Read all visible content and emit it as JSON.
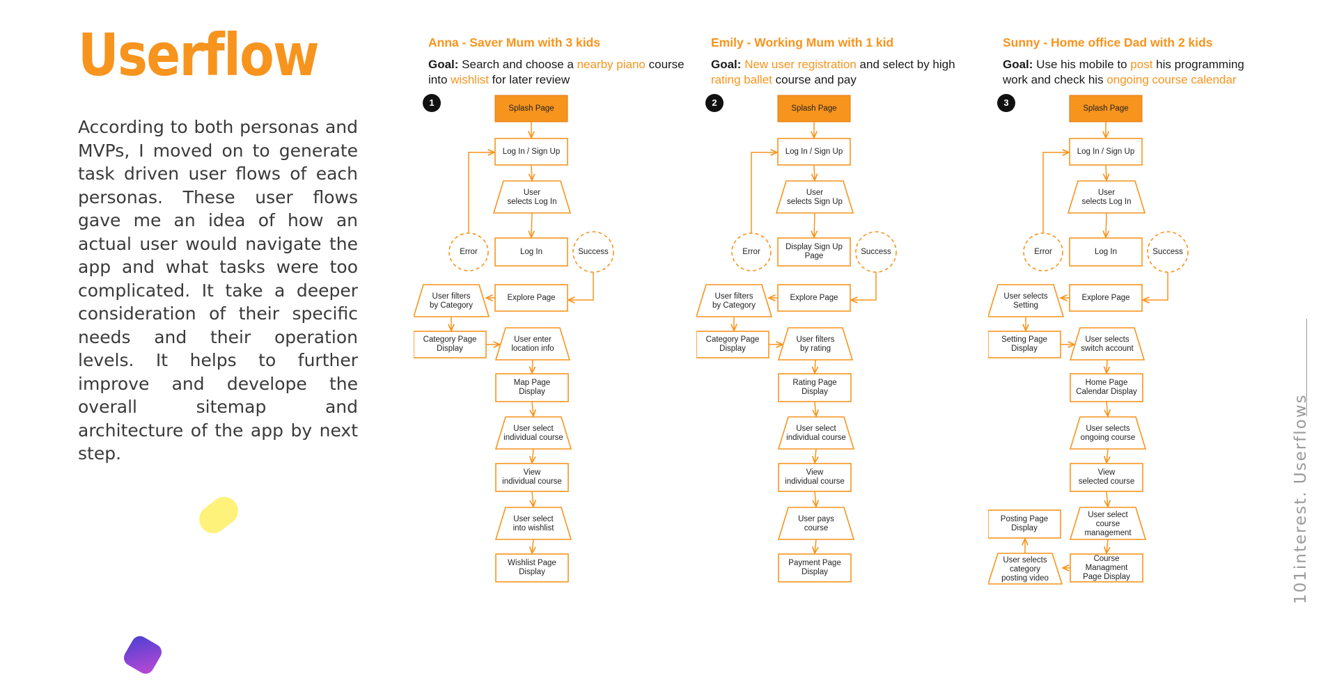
{
  "page": {
    "title": "Userflow",
    "intro": "According to both personas and MVPs, I moved on to generate task driven user flows of each personas. These user flows gave me an idea of how an actual user would navigate the app and what tasks were too complicated. It take a deeper consideration of their specific needs and their operation levels. It helps to further improve and develope the overall sitemap and architecture of the app by next step.",
    "side_label": "101interest.  Userflows"
  },
  "colors": {
    "accent": "#f7941d",
    "text": "#1a1a1a",
    "muted": "#9a9a9a"
  },
  "flows": [
    {
      "persona": "Anna - Saver Mum with 3 kids",
      "goal_label": "Goal:",
      "goal_parts": [
        {
          "t": " Search and choose a ",
          "hl": false
        },
        {
          "t": "nearby piano",
          "hl": true
        },
        {
          "t": " course into ",
          "hl": false
        },
        {
          "t": "wishlist",
          "hl": true
        },
        {
          "t": " for later review",
          "hl": false
        }
      ],
      "number": "1",
      "nodes": {
        "splash": "Splash Page",
        "login": "Log In / Sign Up",
        "select_login": "User\nselects Log In",
        "login_page": "Log In",
        "error": "Error",
        "success": "Success",
        "explore": "Explore Page",
        "filters": "User filters\nby Category",
        "category": "Category Page\nDisplay",
        "r1": "User enter\nlocation info",
        "r2": "Map Page\nDisplay",
        "r3": "User select\nindividual course",
        "r4": "View\nindividual course",
        "r5": "User select\ninto wishlist",
        "r6": "Wishlist Page\nDisplay"
      }
    },
    {
      "persona": "Emily - Working Mum with 1 kid",
      "goal_label": "Goal:",
      "goal_parts": [
        {
          "t": " ",
          "hl": false
        },
        {
          "t": "New user registration",
          "hl": true
        },
        {
          "t": " and select by high ",
          "hl": false
        },
        {
          "t": "rating ballet",
          "hl": true
        },
        {
          "t": " course and pay",
          "hl": false
        }
      ],
      "number": "2",
      "nodes": {
        "splash": "Splash Page",
        "login": "Log In / Sign Up",
        "select_login": "User\nselects Sign Up",
        "login_page": "Display Sign Up\nPage",
        "error": "Error",
        "success": "Success",
        "explore": "Explore Page",
        "filters": "User filters\nby Category",
        "category": "Category Page\nDisplay",
        "r1": "User filters\nby rating",
        "r2": "Rating Page\nDisplay",
        "r3": "User select\nindividual course",
        "r4": "View\nindividual course",
        "r5": "User pays\ncourse",
        "r6": "Payment Page\nDisplay"
      }
    },
    {
      "persona": "Sunny - Home office Dad with 2 kids",
      "goal_label": "Goal:",
      "goal_parts": [
        {
          "t": "  Use his mobile to ",
          "hl": false
        },
        {
          "t": "post",
          "hl": true
        },
        {
          "t": " his programming work and check his ",
          "hl": false
        },
        {
          "t": "ongoing course calendar",
          "hl": true
        }
      ],
      "number": "3",
      "nodes": {
        "splash": "Splash Page",
        "login": "Log In / Sign Up",
        "select_login": "User\nselects Log In",
        "login_page": "Log In",
        "error": "Error",
        "success": "Success",
        "explore": "Explore Page",
        "filters": "User selects\nSetting",
        "category": "Setting Page\nDisplay",
        "r1": "User selects\nswitch account",
        "r2": "Home Page\nCalendar Display",
        "r3": "User selects\nongoing course",
        "r4": "View\nselected course",
        "r5": "User select\ncourse\nmanagement",
        "r6": "Course Managment\nPage Display",
        "extra_posting": "Posting Page\nDisplay",
        "extra_select": "User selects\ncategory\nposting video"
      }
    }
  ]
}
